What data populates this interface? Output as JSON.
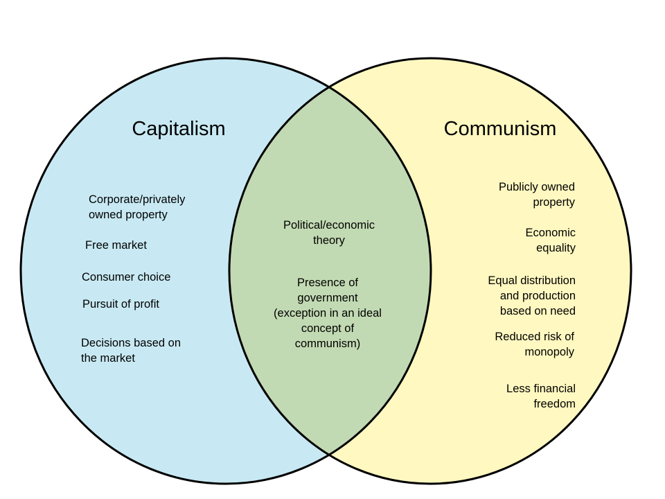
{
  "colors": {
    "left": "#c8e9f3",
    "right": "#fff8c0",
    "overlap": "#c2dab3",
    "stroke": "#000000"
  },
  "left": {
    "title": "Capitalism",
    "items": [
      "Corporate/privately\nowned property",
      "Free market",
      "Consumer choice",
      "Pursuit of profit",
      "Decisions based on\nthe market"
    ]
  },
  "center": {
    "items": [
      "Political/economic\ntheory",
      "Presence of\ngovernment\n(exception in an ideal\nconcept of\ncommunism)"
    ]
  },
  "right": {
    "title": "Communism",
    "items": [
      "Publicly owned\nproperty",
      "Economic\nequality",
      "Equal distribution\nand production\nbased on need",
      "Reduced risk of\nmonopoly",
      "Less financial\nfreedom"
    ]
  }
}
